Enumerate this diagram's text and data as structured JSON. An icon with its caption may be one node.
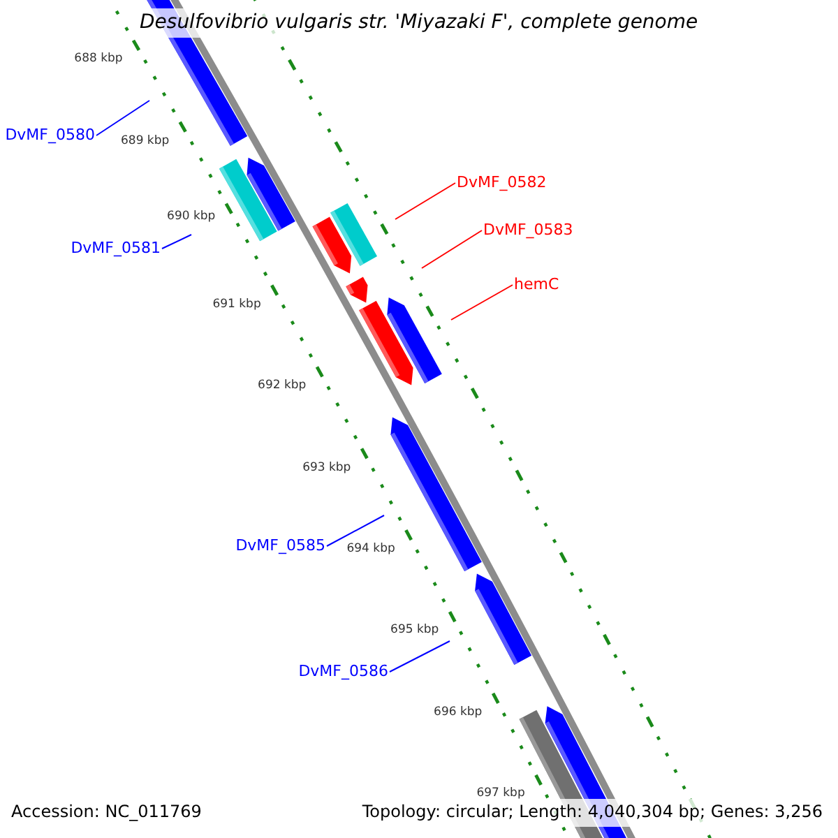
{
  "diagram": {
    "title": "Desulfovibrio vulgaris str. 'Miyazaki F', complete genome",
    "nodes": [
      {
        "text": [
          "DvMF_0580"
        ]
      },
      {
        "text": [
          "DvMF_0581"
        ]
      },
      {
        "text": [
          "DvMF_0582"
        ]
      },
      {
        "text": [
          "DvMF_0583"
        ]
      },
      {
        "text": [
          "hemC"
        ]
      },
      {
        "text": [
          "DvMF_0585"
        ]
      },
      {
        "text": [
          "DvMF_0586"
        ]
      }
    ],
    "edges": [
      {
        "from": 0,
        "to": null,
        "arrow": "none"
      },
      {
        "from": 1,
        "to": null,
        "arrow": "none"
      },
      {
        "from": 2,
        "to": null,
        "arrow": "none",
        "color": "#ff0000"
      },
      {
        "from": 3,
        "to": null,
        "arrow": "none",
        "color": "#ff0000"
      },
      {
        "from": 4,
        "to": null,
        "arrow": "none",
        "color": "#ff0000"
      },
      {
        "from": 5,
        "to": null,
        "arrow": "none"
      },
      {
        "from": 6,
        "to": null,
        "arrow": "none"
      }
    ],
    "labels": [
      "688 kbp",
      "689 kbp",
      "690 kbp",
      "691 kbp",
      "692 kbp",
      "693 kbp",
      "694 kbp",
      "695 kbp",
      "696 kbp",
      "697 kbp",
      "Accession: NC_011769",
      "Topology: circular; Length: 4,040,304 bp; Genes: 3,256"
    ]
  }
}
